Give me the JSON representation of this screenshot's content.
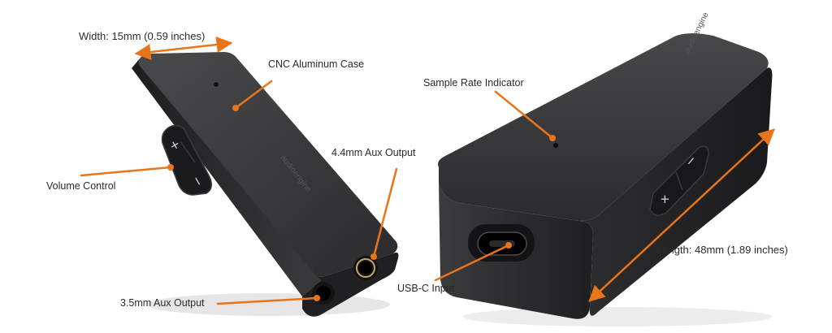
{
  "colors": {
    "accent": "#e8751a",
    "device_body": "#2a2a2c",
    "device_top": "#3a3a3d",
    "device_edge": "#1a1a1b",
    "jack_ring": "#c9a46a"
  },
  "labels": {
    "width": "Width: 15mm (0.59 inches)",
    "case": "CNC Aluminum Case",
    "sample_rate": "Sample Rate Indicator",
    "aux_44": "4.4mm Aux Output",
    "volume": "Volume Control",
    "aux_35": "3.5mm Aux Output",
    "usbc": "USB-C Input",
    "length": "Length: 48mm (1.89 inches)"
  },
  "device": {
    "brand": "audioengine",
    "plus_symbol": "+",
    "minus_symbol": "−"
  }
}
